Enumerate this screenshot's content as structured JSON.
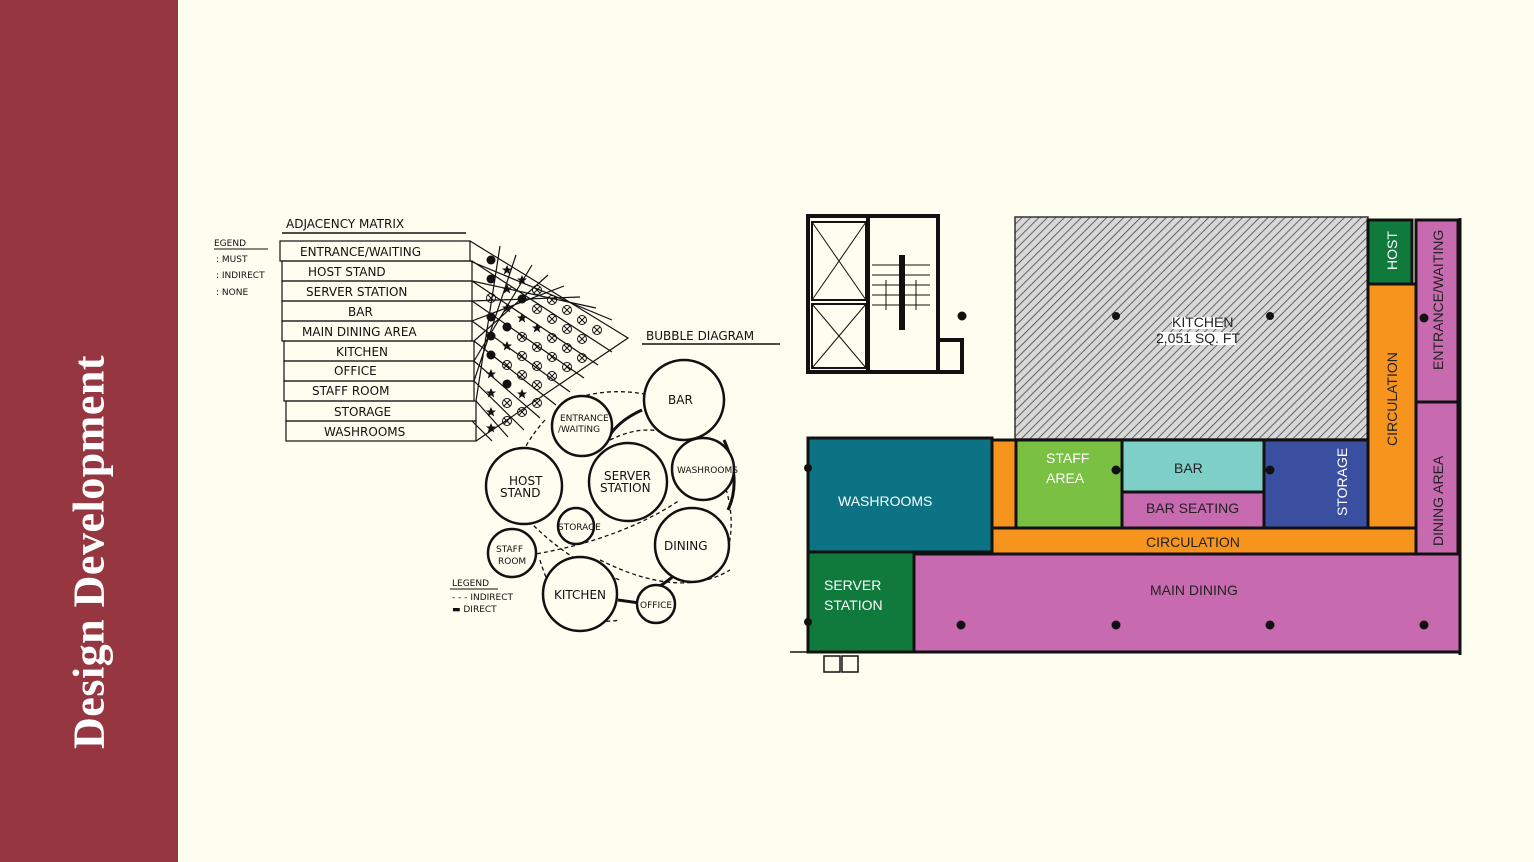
{
  "slide": {
    "title": "Design Development"
  },
  "colors": {
    "sidebar": "#963640",
    "background": "#fdfdf0",
    "teal": "#0b7383",
    "orange": "#f7941d",
    "green": "#7ac143",
    "light_cyan": "#7fcfc9",
    "magenta": "#c86ab0",
    "blue": "#3a4f9f",
    "dark_green": "#0f7a3c"
  },
  "matrix": {
    "title": "ADJACENCY MATRIX",
    "legend_title": "EGEND",
    "legend_items": [
      ": MUST",
      ": INDIRECT",
      ": NONE"
    ],
    "rows": [
      "ENTRANCE/WAITING",
      "HOST   STAND",
      "SERVER  STATION",
      "BAR",
      "MAIN DINING AREA",
      "KITCHEN",
      "OFFICE",
      "STAFF ROOM",
      "STORAGE",
      "WASHROOMS"
    ]
  },
  "bubble": {
    "title": "BUBBLE DIAGRAM",
    "legend_title": "LEGEND",
    "legend_items": [
      "- - - INDIRECT",
      "▬ DIRECT"
    ],
    "labels": {
      "bar": "BAR",
      "entrance_1": "ENTRANCE",
      "entrance_2": "/WAITING",
      "host_1": "HOST",
      "host_2": "STAND",
      "server_1": "SERVER",
      "server_2": "STATION",
      "washrooms": "WASHROOMS",
      "storage": "STORAGE",
      "staff_1": "STAFF",
      "staff_2": "ROOM",
      "dining": "DINING",
      "kitchen": "KITCHEN",
      "office": "OFFICE"
    }
  },
  "plan": {
    "kitchen_1": "KITCHEN",
    "kitchen_2": "2,051  SQ. FT",
    "host": "HOST",
    "entrance": "ENTRANCE/WAITING",
    "circulation_v": "CIRCULATION",
    "dining_area": "DINING AREA",
    "staff_1": "STAFF",
    "staff_2": "AREA",
    "bar": "BAR",
    "bar_seating": "BAR SEATING",
    "storage": "STORAGE",
    "washrooms": "WASHROOMS",
    "circulation_h": "CIRCULATION",
    "server_1": "SERVER",
    "server_2": "STATION",
    "main_dining": "MAIN DINING"
  }
}
